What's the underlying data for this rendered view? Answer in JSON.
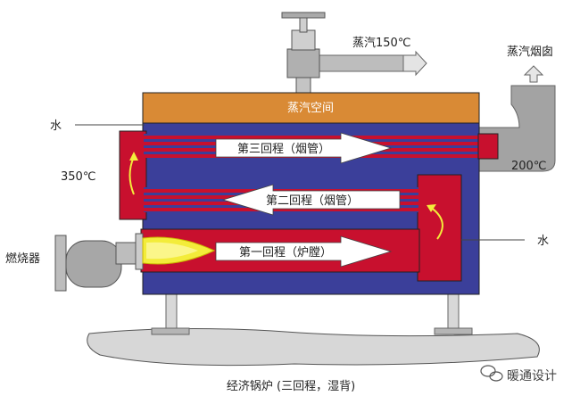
{
  "labels": {
    "steam_out": "蒸汽150℃",
    "flue_out": "蒸汽烟囱",
    "steam_space": "蒸汽空间",
    "water_top": "水",
    "water_right": "水",
    "temp_350": "350℃",
    "temp_200": "200℃",
    "pass_3": "第三回程（烟管）",
    "pass_2": "第二回程（烟管）",
    "pass_1": "第一回程（炉膛）",
    "burner": "燃烧器",
    "caption": "经济锅炉 (三回程，湿背)",
    "watermark": "暖通设计"
  },
  "colors": {
    "water": "#3b3f9a",
    "hot_gas": "#c8102e",
    "steam_space": "#d98a35",
    "flame": "#f3ec3a",
    "metal": "#9b9b9b"
  }
}
